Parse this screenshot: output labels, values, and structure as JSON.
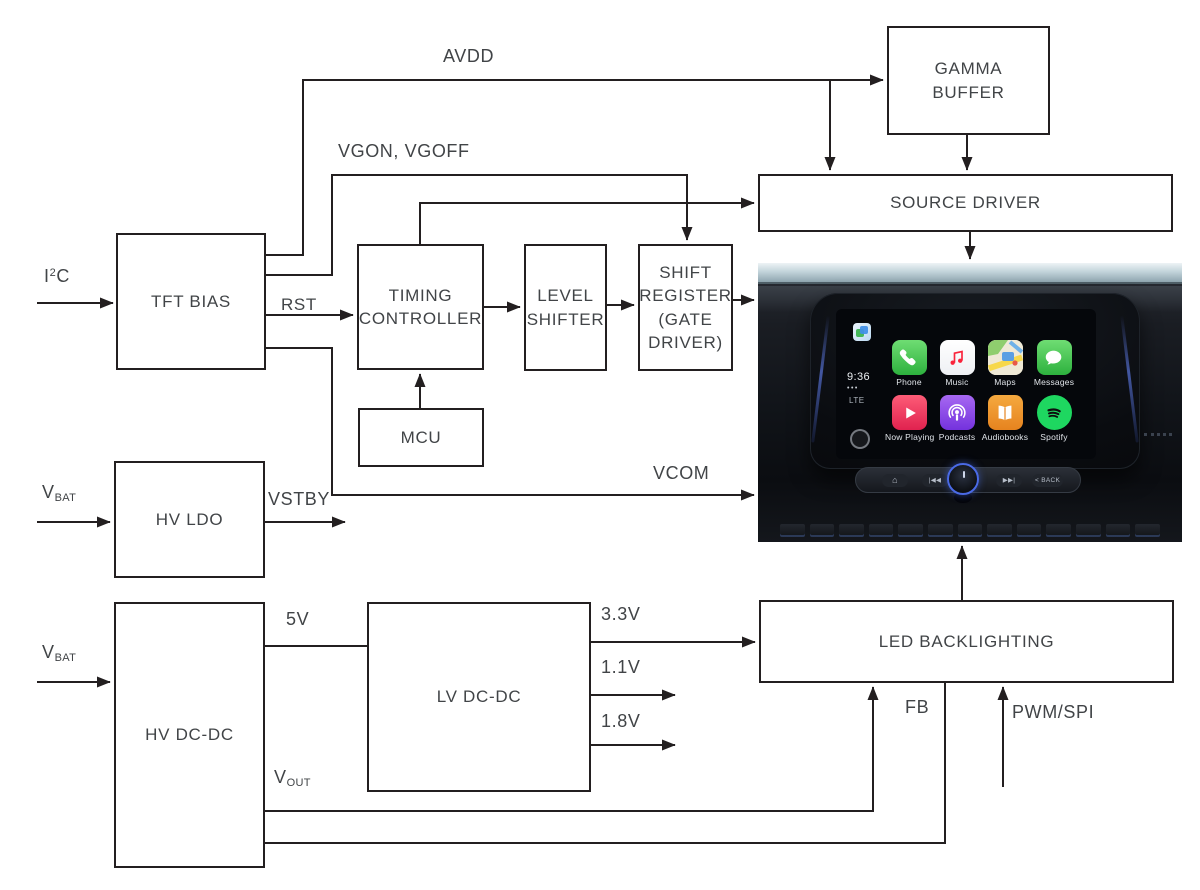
{
  "diagram": {
    "blocks": {
      "tft_bias": "TFT BIAS",
      "timing_controller": "TIMING CONTROLLER",
      "level_shifter": "LEVEL SHIFTER",
      "shift_register": "SHIFT REGISTER (GATE DRIVER)",
      "mcu": "MCU",
      "gamma_buffer": "GAMMA BUFFER",
      "source_driver": "SOURCE DRIVER",
      "hv_ldo": "HV LDO",
      "hv_dcdc": "HV DC-DC",
      "lv_dcdc": "LV DC-DC",
      "led_backlighting": "LED BACKLIGHTING"
    },
    "signals": {
      "i2c": {
        "pre": "I",
        "sup": "2",
        "post": "C"
      },
      "avdd": "AVDD",
      "vgon_vgoff": "VGON, VGOFF",
      "rst": "RST",
      "vcom": "VCOM",
      "vbat": {
        "pre": "V",
        "sub": "BAT"
      },
      "vstby": "VSTBY",
      "v5": "5V",
      "v33": "3.3V",
      "v11": "1.1V",
      "v18": "1.8V",
      "vout": {
        "pre": "V",
        "sub": "OUT"
      },
      "fb": "FB",
      "pwm_spi": "PWM/SPI"
    }
  },
  "display": {
    "status": {
      "time": "9:36",
      "signal_dots": "•••",
      "network": "LTE"
    },
    "apps": [
      {
        "label": "Phone",
        "icon": "phone-icon"
      },
      {
        "label": "Music",
        "icon": "music-note-icon"
      },
      {
        "label": "Maps",
        "icon": "maps-icon"
      },
      {
        "label": "Messages",
        "icon": "speech-bubble-icon"
      },
      {
        "label": "Now Playing",
        "icon": "play-icon"
      },
      {
        "label": "Podcasts",
        "icon": "podcasts-icon"
      },
      {
        "label": "Audiobooks",
        "icon": "open-book-icon"
      },
      {
        "label": "Spotify",
        "icon": "spotify-icon"
      }
    ],
    "hard_buttons": [
      {
        "name": "home",
        "glyph": "⌂"
      },
      {
        "name": "seek-back",
        "glyph": "|◀◀"
      },
      {
        "name": "seek-forward",
        "glyph": "▶▶|"
      },
      {
        "name": "back",
        "glyph": "< BACK"
      }
    ]
  },
  "colors": {
    "wire": "#231f20",
    "label_text": "#414447",
    "accent_blue": "#4a6ae6",
    "phone_green": "#2db13e",
    "music_red": "#fa233b",
    "now_playing_pink": "#e0224f",
    "podcasts_purple": "#7432dd",
    "audiobooks_orange": "#e6831f",
    "spotify_green": "#1ed760"
  }
}
